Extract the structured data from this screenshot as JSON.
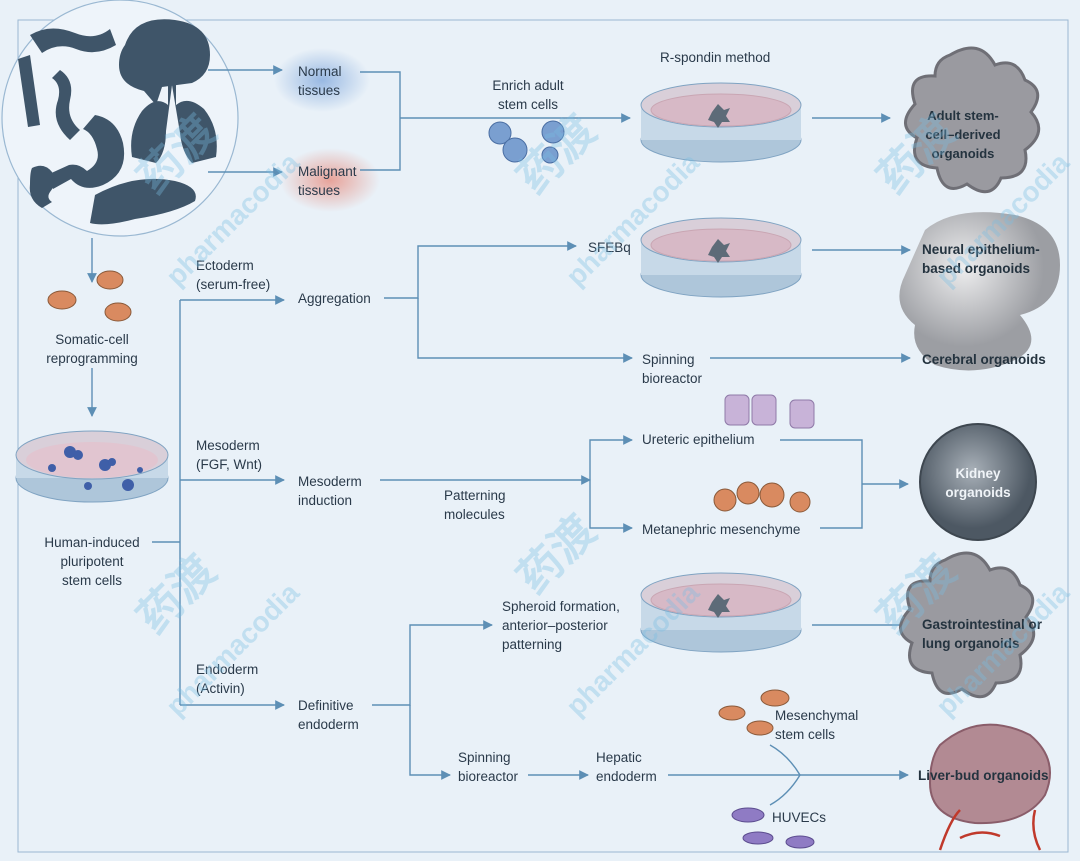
{
  "labels": {
    "normal": "Normal\ntissues",
    "malignant": "Malignant\ntissues",
    "enrich": "Enrich adult\nstem cells",
    "rspondin": "R-spondin method",
    "adult_org": "Adult stem-\ncell–derived\norganoids",
    "ectoderm": "Ectoderm\n(serum-free)",
    "aggregation": "Aggregation",
    "sfebq": "SFEBq",
    "neural": "Neural epithelium-\nbased organoids",
    "spin1": "Spinning\nbioreactor",
    "cerebral": "Cerebral organoids",
    "somatic": "Somatic-cell\nreprogramming",
    "ipsc": "Human-induced\npluripotent\nstem cells",
    "mesoderm": "Mesoderm\n(FGF, Wnt)",
    "meso_ind": "Mesoderm\ninduction",
    "patterning": "Patterning\nmolecules",
    "ureteric": "Ureteric epithelium",
    "metanephric": "Metanephric mesenchyme",
    "kidney": "Kidney\norganoids",
    "spheroid": "Spheroid formation,\nanterior–posterior\npatterning",
    "gi": "Gastrointestinal or\nlung organoids",
    "endoderm": "Endoderm\n(Activin)",
    "definitive": "Definitive\nendoderm",
    "spin2": "Spinning\nbioreactor",
    "hepatic": "Hepatic\nendoderm",
    "msc": "Mesenchymal\nstem cells",
    "liver": "Liver-bud organoids",
    "huvec": "HUVECs"
  },
  "watermark": {
    "text1": "药渡",
    "text2": "pharmacodia"
  },
  "colors": {
    "arrow": "#5d8fb5",
    "organ": "#3f5569",
    "dish": "#bfd3e4",
    "medium": "#e7c6cf",
    "cell_blue": "#7a9fd0",
    "cell_orange": "#d98a60",
    "organoid": "#9a9aa0",
    "kidney": "#6c7a86",
    "liver": "#b28a93"
  }
}
